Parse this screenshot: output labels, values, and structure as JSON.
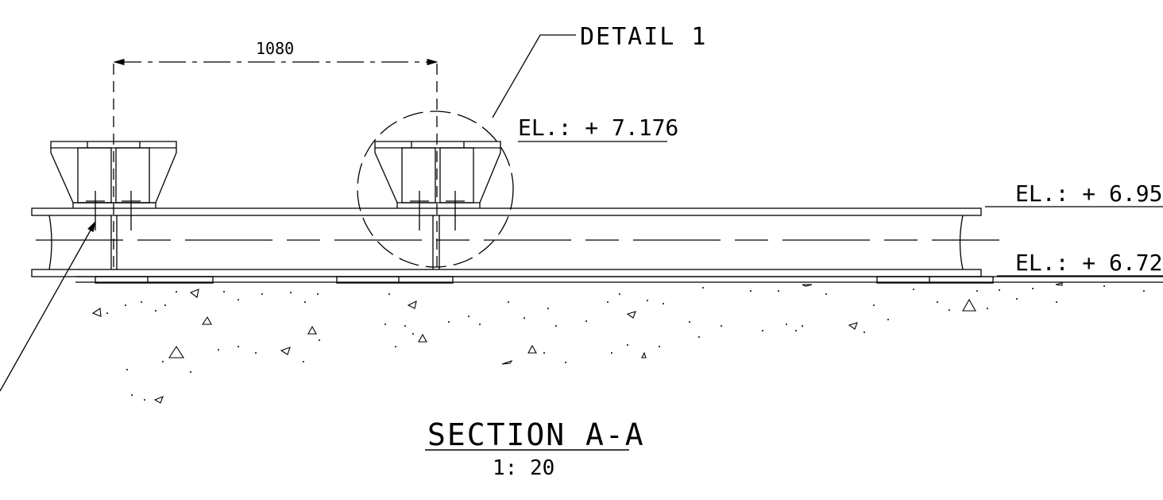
{
  "drawing": {
    "dimension": "1080",
    "detail_callout": "DETAIL 1",
    "elevation_top": "EL.: + 7.176",
    "elevation_mid": "EL.: + 6.954",
    "elevation_low": "EL.: + 6.725",
    "section_title": "SECTION A-A",
    "scale": "1: 20"
  },
  "colors": {
    "ink": "#000000",
    "background": "#ffffff"
  }
}
